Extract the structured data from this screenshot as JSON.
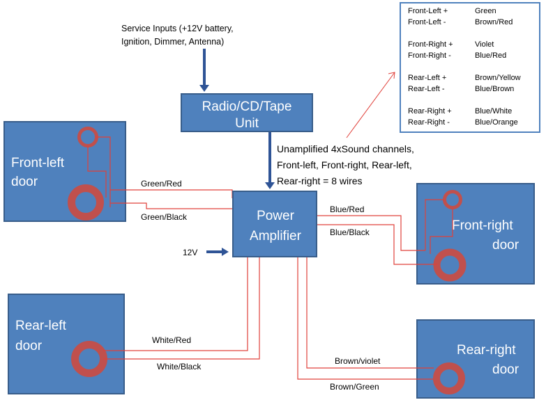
{
  "service_inputs": {
    "line1": "Service Inputs (+12V battery,",
    "line2": "Ignition, Dimmer, Antenna)"
  },
  "radio_unit": {
    "line1": "Radio/CD/Tape",
    "line2": "Unit"
  },
  "unamplified_note": {
    "line1": "Unamplified 4xSound channels,",
    "line2": "Front-left, Front-right, Rear-left,",
    "line3": "Rear-right = 8 wires"
  },
  "power_amplifier": {
    "line1": "Power",
    "line2": "Amplifier"
  },
  "power_input": "12V",
  "doors": {
    "front_left": {
      "line1": "Front-left",
      "line2": "door"
    },
    "front_right": {
      "line1": "Front-right",
      "line2": "door"
    },
    "rear_left": {
      "line1": "Rear-left",
      "line2": "door"
    },
    "rear_right": {
      "line1": "Rear-right",
      "line2": "door"
    }
  },
  "wires": {
    "front_left_pos": "Green/Red",
    "front_left_neg": "Green/Black",
    "front_right_pos": "Blue/Red",
    "front_right_neg": "Blue/Black",
    "rear_left_pos": "White/Red",
    "rear_left_neg": "White/Black",
    "rear_right_pos": "Brown/violet",
    "rear_right_neg": "Brown/Green"
  },
  "legend": [
    {
      "channel": "Front-Left +",
      "color": "Green"
    },
    {
      "channel": "Front-Left  -",
      "color": "Brown/Red"
    },
    {
      "channel": "Front-Right +",
      "color": "Violet"
    },
    {
      "channel": "Front-Right  -",
      "color": "Blue/Red"
    },
    {
      "channel": "Rear-Left +",
      "color": "Brown/Yellow"
    },
    {
      "channel": "Rear-Left  -",
      "color": "Blue/Brown"
    },
    {
      "channel": "Rear-Right +",
      "color": "Blue/White"
    },
    {
      "channel": "Rear-Right  -",
      "color": "Blue/Orange"
    }
  ],
  "colors": {
    "box_fill": "#4f81bd",
    "box_stroke": "#385d8a",
    "arrow": "#2f5496",
    "wire": "#e0403a",
    "speaker": "#c0504d"
  }
}
